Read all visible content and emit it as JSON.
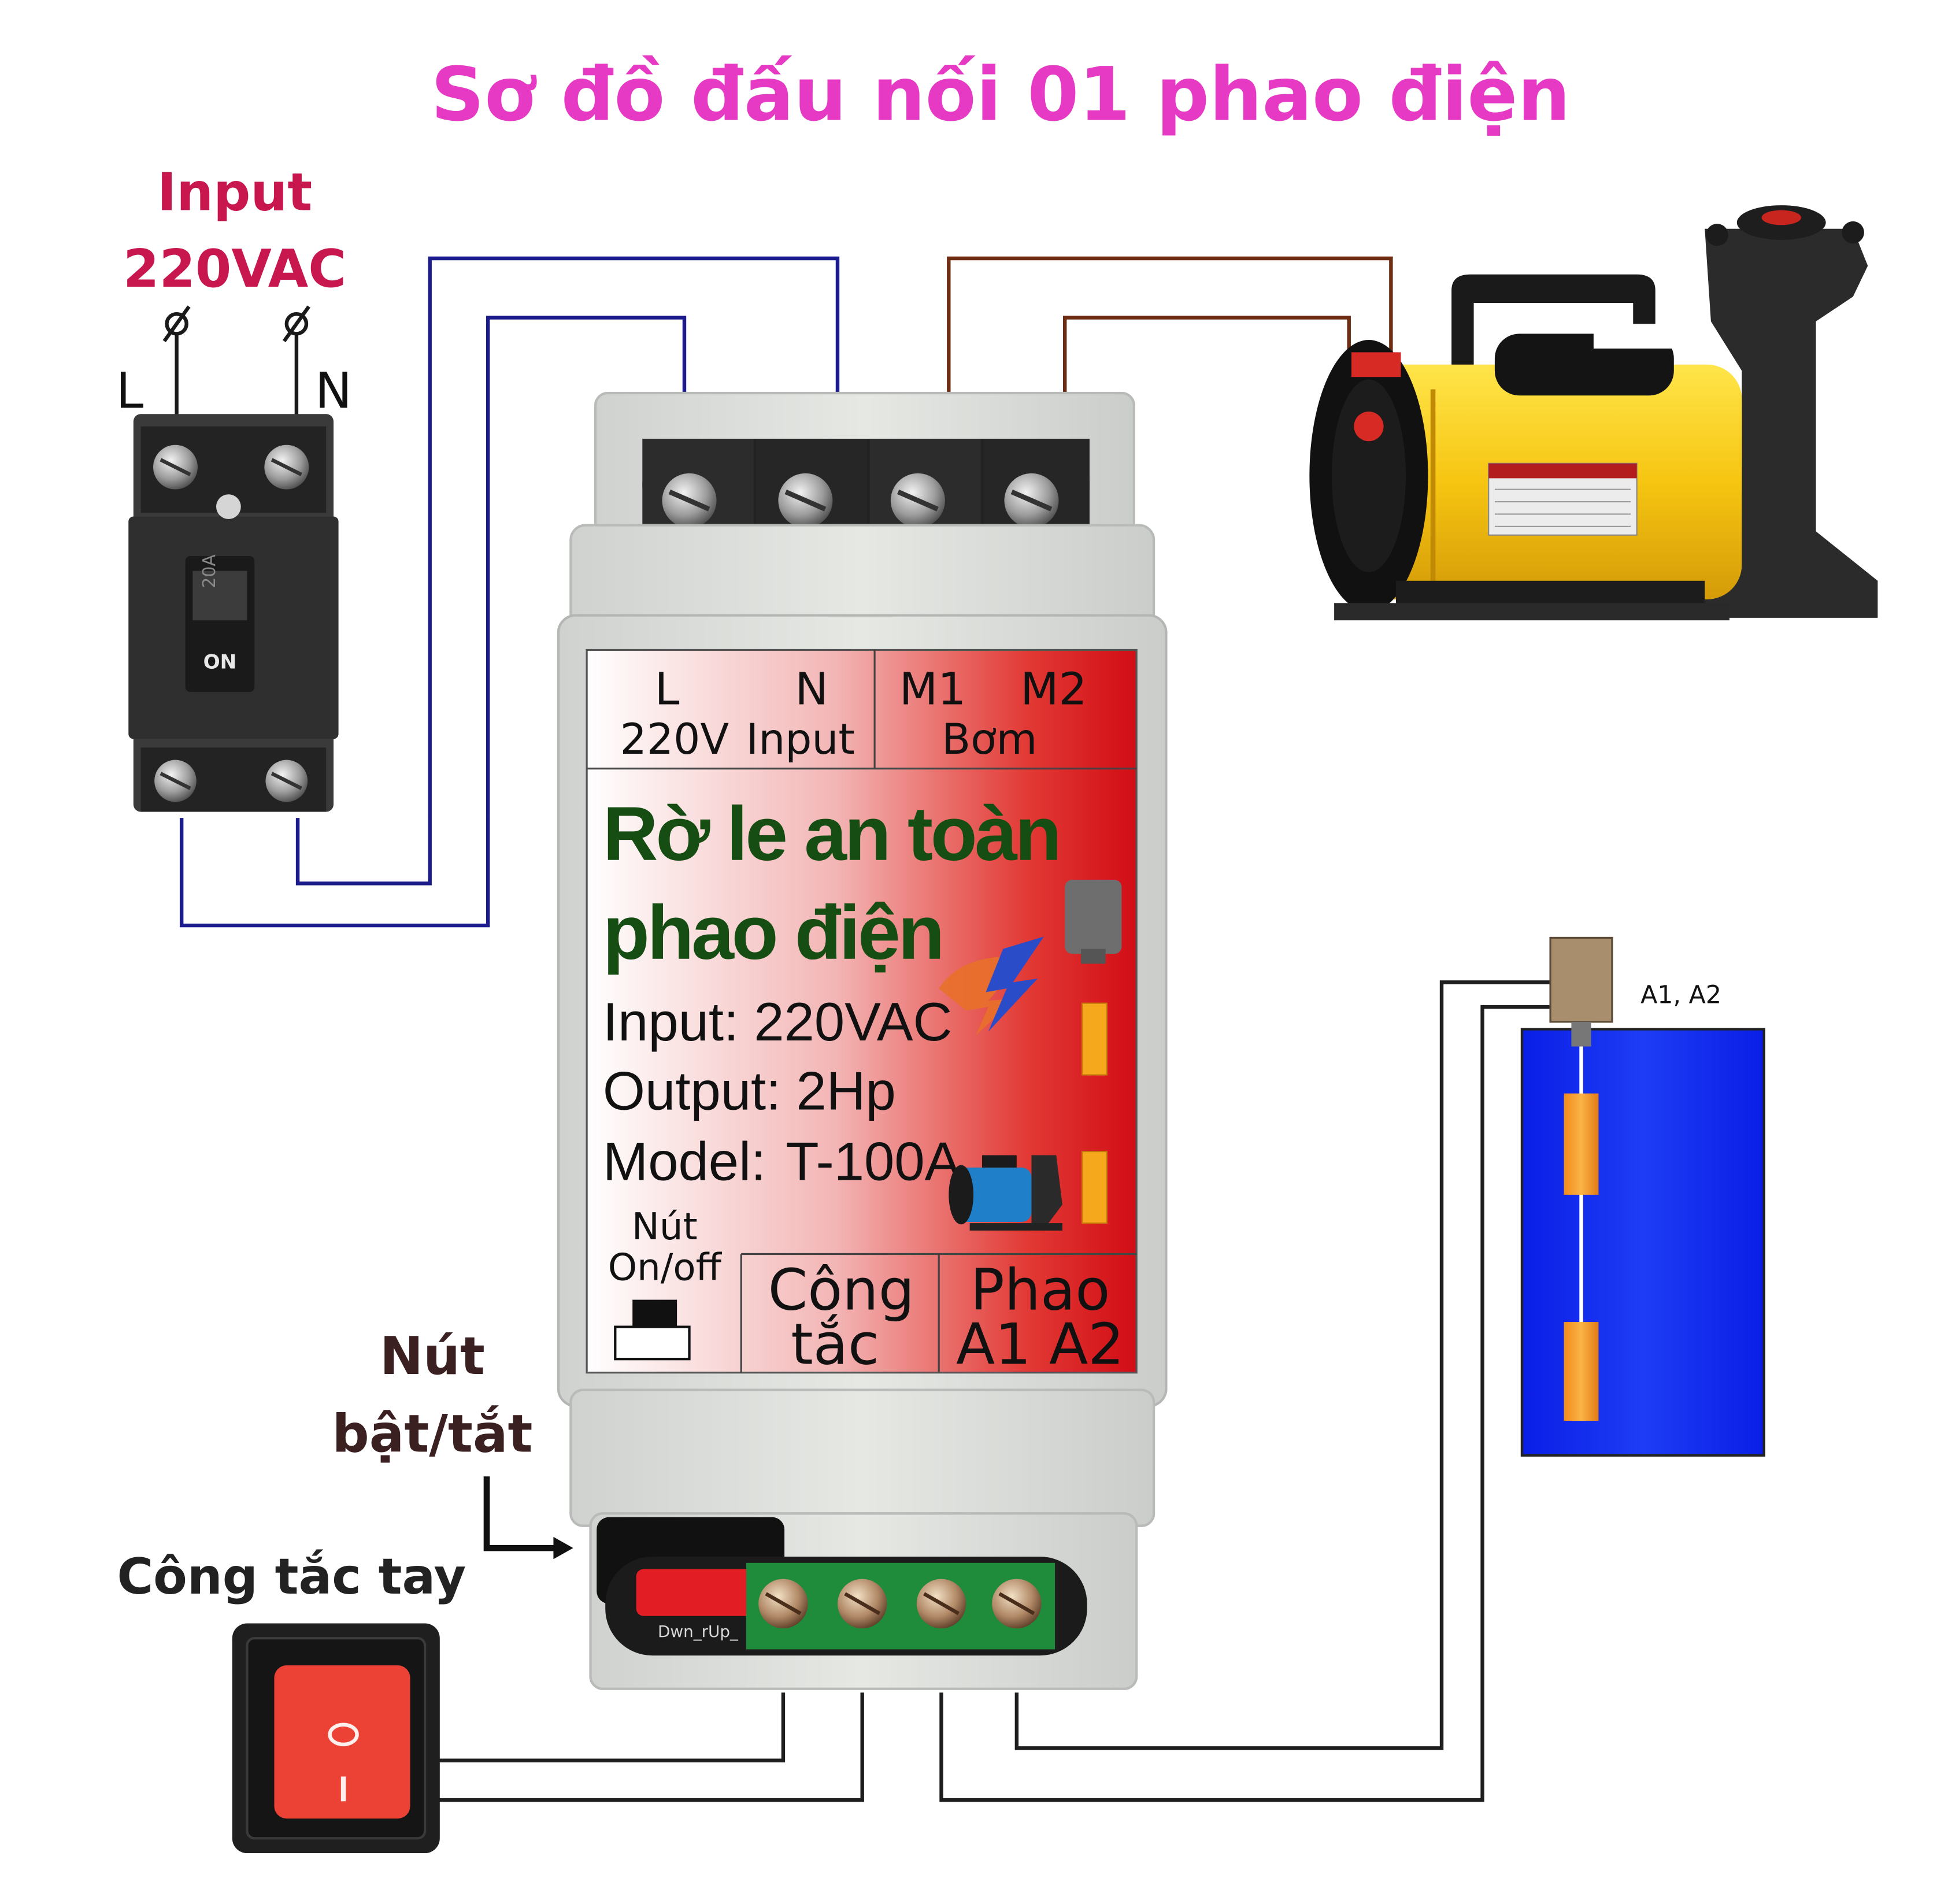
{
  "title": "Sơ đồ đấu nối 01 phao điện",
  "colors": {
    "title": "#e63ac5",
    "input_label": "#c8174f",
    "wire_supply": "#1c1c8c",
    "wire_pump": "#6e2d12",
    "wire_signal": "#1e1e1e",
    "relay_title": "#164d12",
    "tank": "#0a1ee6",
    "float": "#f59a23",
    "relay_panel_red": "#d80f18",
    "rocker": "#ec4236"
  },
  "input_block": {
    "label_line1": "Input",
    "label_line2": "220VAC",
    "terminal_l": "L",
    "terminal_n": "N",
    "breaker_rating": "20A",
    "breaker_state": "ON"
  },
  "relay": {
    "top_terminals": {
      "l": "L",
      "n": "N",
      "voltage": "220V",
      "input": "Input",
      "m1": "M1",
      "m2": "M2",
      "pump": "Bơm"
    },
    "title_line1": "Rờ le an toàn",
    "title_line2": "phao điện",
    "spec_input": "Input: 220VAC",
    "spec_output": "Output: 2Hp",
    "spec_model_label": "Model:",
    "spec_model_value": "T-100A",
    "button_label_line1": "Nút",
    "button_label_line2": "On/off",
    "switch_label_line1": "Công",
    "switch_label_line2": "tắc",
    "float_label_line1": "Phao",
    "float_label_line2": "A1 A2",
    "bottom_block_text": "Dwn_rUp_"
  },
  "callouts": {
    "button_line1": "Nút",
    "button_line2": "bật/tắt",
    "manual_switch": "Công tắc tay",
    "float_probe": "A1, A2"
  },
  "icons": {
    "breaker": "circuit-breaker-icon",
    "pump": "water-pump-icon",
    "rocker": "rocker-switch-icon",
    "tank": "water-tank-icon",
    "float": "float-sensor-icon",
    "logo": "lightning-logo-icon"
  }
}
